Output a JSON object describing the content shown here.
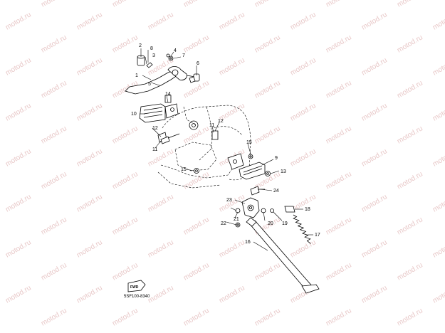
{
  "watermark": {
    "text": "motod.ru",
    "color": "#e8c8c8"
  },
  "part_code": "5SF100-8340",
  "fwd_label": "FWD",
  "callouts": {
    "c1": "1",
    "c2": "2",
    "c3": "3",
    "c4": "4",
    "c5": "5",
    "c6": "6",
    "c7": "7",
    "c8": "8",
    "c9": "9",
    "c10": "10",
    "c11a": "11",
    "c11b": "11",
    "c12a": "12",
    "c12b": "12",
    "c13": "13",
    "c14": "14",
    "c15a": "15",
    "c15b": "15",
    "c16": "16",
    "c17": "17",
    "c18": "18",
    "c19": "19",
    "c20": "20",
    "c21": "21",
    "c22": "22",
    "c23": "23",
    "c24": "24"
  }
}
